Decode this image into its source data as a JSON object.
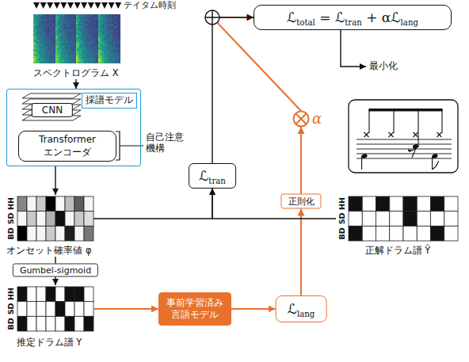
{
  "diagram": {
    "nodes": [
      {
        "text": [
          "スペクトログラム X"
        ]
      },
      {
        "text": [
          "採譜モデル"
        ]
      },
      {
        "text": [
          "CNN"
        ],
        "in": 1
      },
      {
        "text": [
          "Transformer エンコーダ"
        ],
        "in": 1
      },
      {
        "text": [
          "オンセット確率値 φ"
        ]
      },
      {
        "text": [
          "Gumbel-sigmoid"
        ]
      },
      {
        "text": [
          "推定ドラム譜 Y"
        ]
      },
      {
        "text": [
          "事前学習済み 言語モデル"
        ]
      },
      {
        "text": [
          "ℒlang"
        ]
      },
      {
        "text": [
          "正則化"
        ]
      },
      {
        "text": [
          "α"
        ]
      },
      {
        "text": [
          "ℒtran"
        ]
      },
      {
        "text": [
          "ℒtotal = ℒtran + αℒlang"
        ]
      },
      {
        "text": [
          "正解ドラム譜 Ŷ"
        ]
      }
    ],
    "edges": [
      {
        "from": 0,
        "to": 1,
        "arrow": "to"
      },
      {
        "from": 1,
        "to": 4,
        "arrow": "to"
      },
      {
        "from": 4,
        "to": 5,
        "arrow": "none"
      },
      {
        "from": 5,
        "to": 6,
        "arrow": "to"
      },
      {
        "from": 6,
        "to": 7,
        "arrow": "to"
      },
      {
        "from": 7,
        "to": 8,
        "arrow": "to"
      },
      {
        "from": 8,
        "to": 9,
        "arrow": "to"
      },
      {
        "from": 9,
        "to": 10,
        "arrow": "to"
      },
      {
        "from": 10,
        "to": 12,
        "arrow": "to"
      },
      {
        "from": 4,
        "to": 11,
        "arrow": "to"
      },
      {
        "from": 13,
        "to": 11,
        "arrow": "to"
      },
      {
        "from": 11,
        "to": 12,
        "arrow": "to"
      }
    ],
    "labels": [
      "テイタム時刻",
      "自己注意 機構",
      "HH",
      "SD",
      "BD",
      "HH",
      "SD",
      "BD",
      "HH",
      "SD",
      "BD",
      "最小化"
    ]
  }
}
